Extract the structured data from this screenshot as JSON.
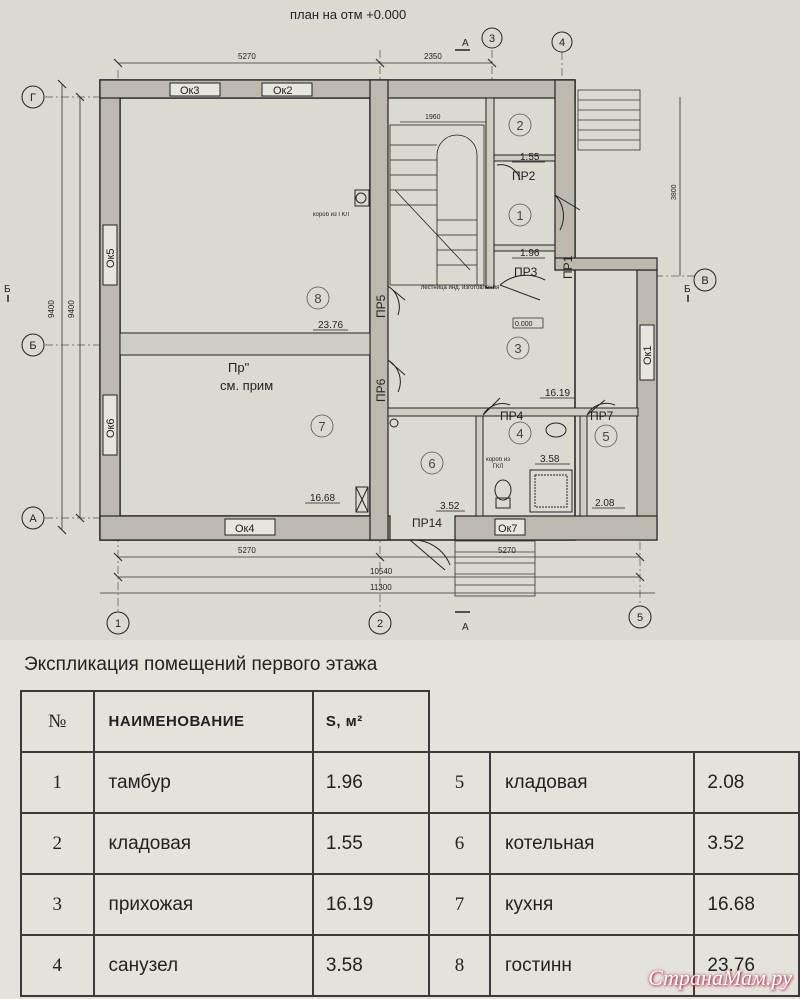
{
  "plan": {
    "title": "план на отм +0.000",
    "axes": {
      "a1": "1",
      "a2": "2",
      "a3": "3",
      "a4": "4",
      "a5": "5",
      "ag": "Г",
      "ab": "Б",
      "aa": "А",
      "av": "В"
    },
    "section": {
      "a": "А",
      "b": "Б"
    },
    "windows": {
      "ok3": "Ок3",
      "ok2": "Ок2",
      "ok5": "Ок5",
      "ok6": "Ок6",
      "ok4": "Ок4",
      "ok1": "Ок1",
      "ok7": "Ок7"
    },
    "doors": {
      "pr1": "ПР1",
      "pr2": "ПР2",
      "pr3": "ПР3",
      "pr4": "ПР4",
      "pr5": "ПР5",
      "pr6": "ПР6",
      "pr7": "ПР7",
      "pr14": "ПР14"
    },
    "rooms": {
      "r1": "1",
      "r2": "2",
      "r3": "3",
      "r4": "4",
      "r5": "5",
      "r6": "6",
      "r7": "7",
      "r8": "8"
    },
    "areas": {
      "a1": "1.96",
      "a2": "1.55",
      "a3": "16.19",
      "a4": "3.58",
      "a5": "2.08",
      "a6": "3.52",
      "a7": "16.68",
      "a8": "23.76"
    },
    "dims": {
      "d5270": "5270",
      "d2350": "2350",
      "d1960": "1960",
      "d3800": "3800",
      "d9400": "9400",
      "d10540": "10540",
      "d11300": "11300"
    },
    "notes": {
      "pr_line1": "Пр\"",
      "pr_line2": "см. прим",
      "box1": "короб из ГКЛ",
      "box2": "короб из ГКЛ",
      "stair": "лестница инд. изготовления",
      "level": "0.000"
    }
  },
  "table": {
    "title": "Экспликация помещений первого этажа",
    "headers": {
      "num": "№",
      "name": "НАИМЕНОВАНИЕ",
      "area": "S, м²"
    },
    "rows": [
      {
        "n1": "1",
        "name1": "тамбур",
        "s1": "1.96",
        "n2": "5",
        "name2": "кладовая",
        "s2": "2.08"
      },
      {
        "n1": "2",
        "name1": "кладовая",
        "s1": "1.55",
        "n2": "6",
        "name2": "котельная",
        "s2": "3.52"
      },
      {
        "n1": "3",
        "name1": "прихожая",
        "s1": "16.19",
        "n2": "7",
        "name2": "кухня",
        "s2": "16.68"
      },
      {
        "n1": "4",
        "name1": "санузел",
        "s1": "3.58",
        "n2": "8",
        "name2": "гостинн",
        "s2": "23.76"
      }
    ]
  },
  "watermark": "СтранаМам.ру"
}
